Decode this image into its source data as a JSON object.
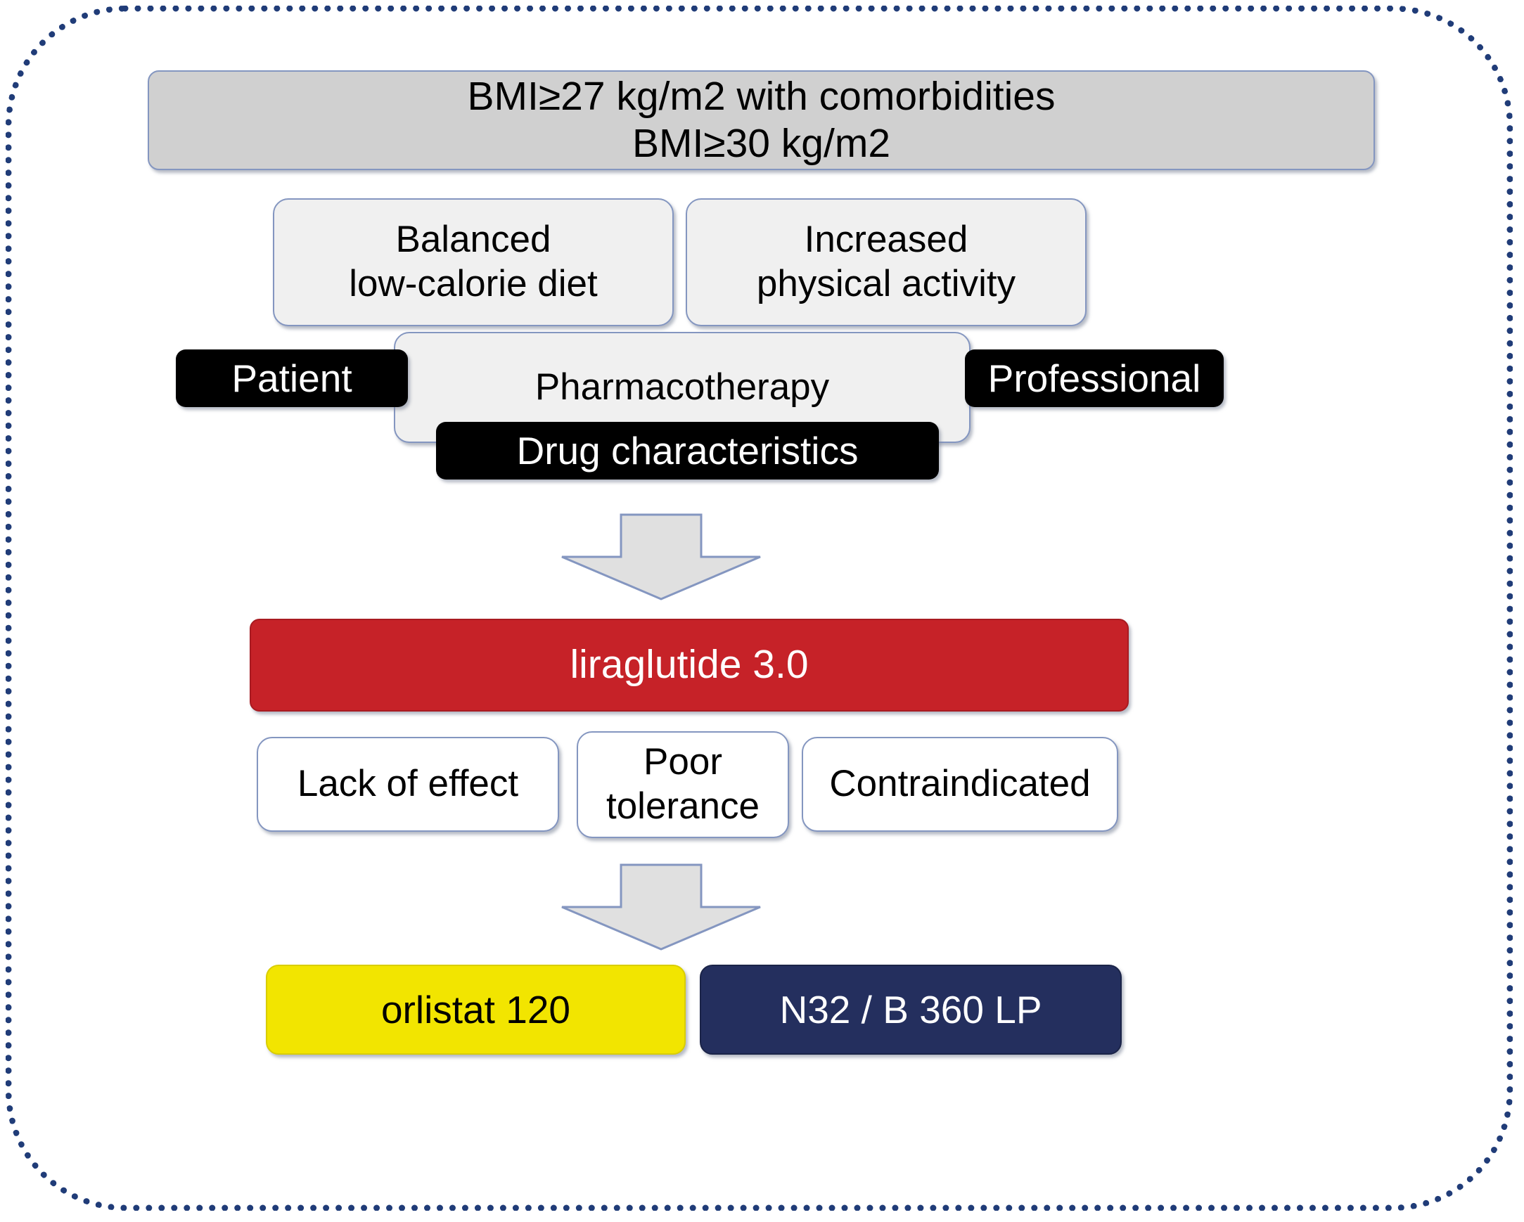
{
  "diagram": {
    "title": "Obesity pharmacotherapy treatment algorithm",
    "frame_border_color": "#203C78",
    "nodes": {
      "criteria": {
        "label": "BMI≥27 kg/m2 with comorbidities\nBMI≥30 kg/m2",
        "fill": "#d0d0d0"
      },
      "diet": {
        "label": "Balanced\nlow-calorie diet",
        "fill": "#f0f0f0"
      },
      "activity": {
        "label": "Increased\nphysical activity",
        "fill": "#f0f0f0"
      },
      "pharmacotherapy": {
        "label": "Pharmacotherapy",
        "fill": "#f0f0f0"
      },
      "patient": {
        "label": "Patient",
        "fill": "#000000"
      },
      "professional": {
        "label": "Professional",
        "fill": "#000000"
      },
      "drug_characteristics": {
        "label": "Drug characteristics",
        "fill": "#000000"
      },
      "liraglutide": {
        "label": "liraglutide 3.0",
        "fill": "#c62228"
      },
      "lack_of_effect": {
        "label": "Lack of effect",
        "fill": "#ffffff"
      },
      "poor_tolerance": {
        "label": "Poor\ntolerance",
        "fill": "#ffffff"
      },
      "contraindicated": {
        "label": "Contraindicated",
        "fill": "#ffffff"
      },
      "orlistat": {
        "label": "orlistat 120",
        "fill": "#f2e500"
      },
      "naltrexone_bupropion": {
        "label": "N32 / B 360 LP",
        "fill": "#242f5e"
      }
    },
    "arrows": [
      {
        "name": "arrow-criteria-to-liraglutide",
        "direction": "down",
        "fill": "#e0e0e0"
      },
      {
        "name": "arrow-alternatives-to-second-line",
        "direction": "down",
        "fill": "#e0e0e0"
      }
    ]
  }
}
